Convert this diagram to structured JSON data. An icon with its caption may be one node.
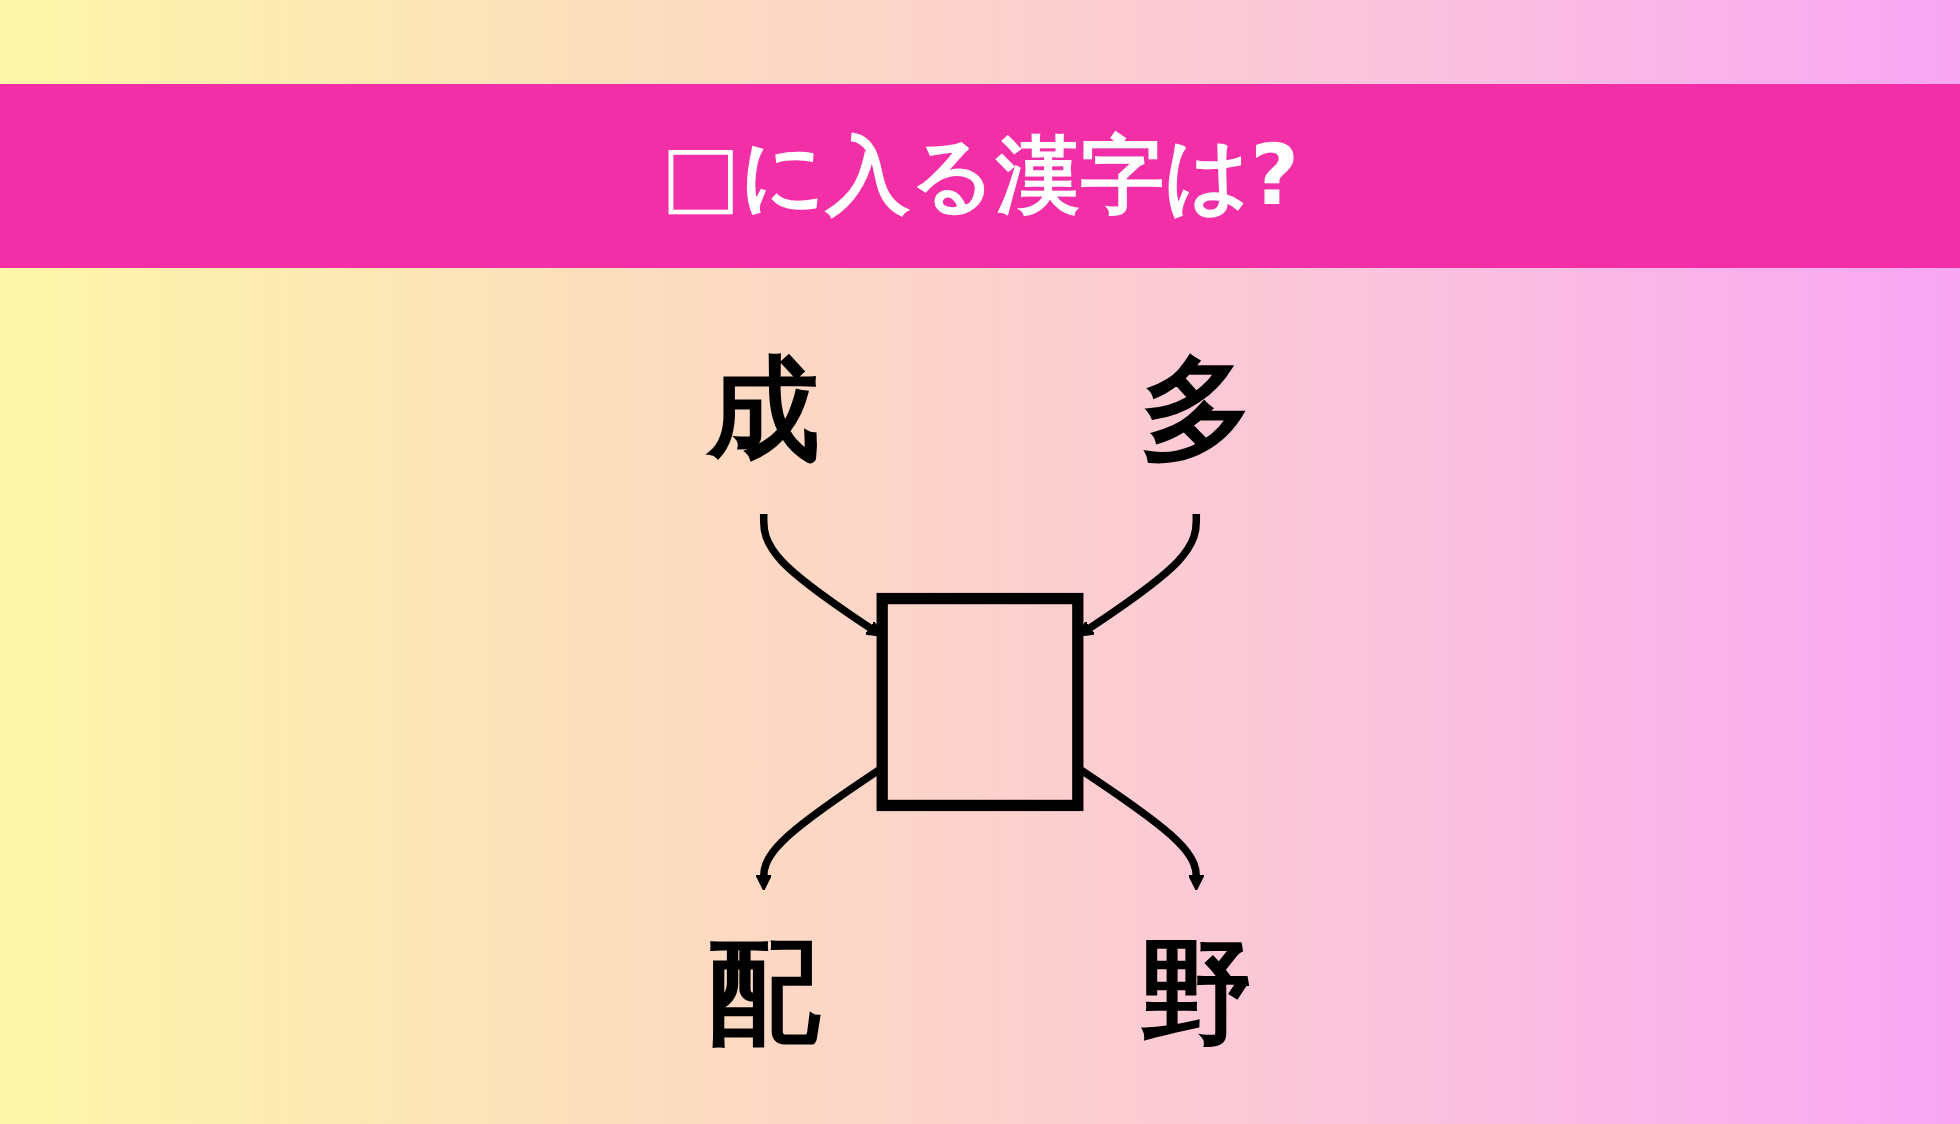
{
  "diagram": {
    "title": "□に入る漢字は?",
    "nodes": [
      {
        "text": [
          "成"
        ]
      },
      {
        "text": [
          "多"
        ]
      },
      {
        "text": [],
        "shape": "box"
      },
      {
        "text": [
          "配"
        ]
      },
      {
        "text": [
          "野"
        ]
      }
    ],
    "edges": [
      {
        "from": 0,
        "to": 2,
        "arrow": "to"
      },
      {
        "from": 1,
        "to": 2,
        "arrow": "to"
      },
      {
        "from": 2,
        "to": 3,
        "arrow": "to"
      },
      {
        "from": 2,
        "to": 4,
        "arrow": "to"
      }
    ]
  }
}
